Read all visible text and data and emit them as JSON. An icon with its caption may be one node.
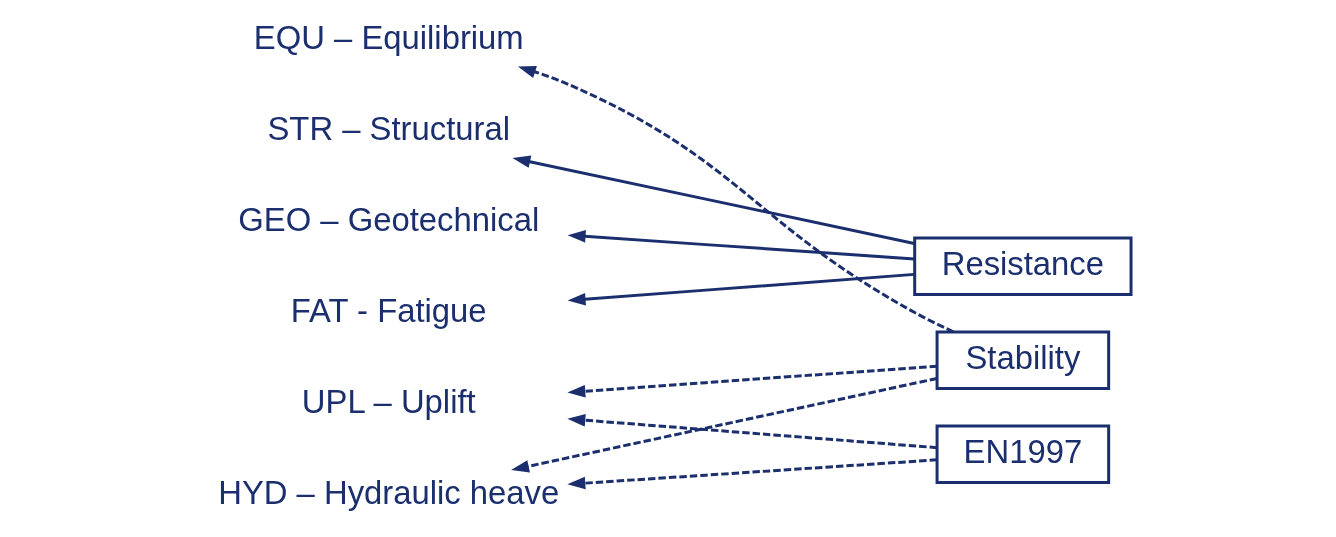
{
  "diagram": {
    "nodes": [
      {
        "text": [
          "EQU – Equilibrium"
        ]
      },
      {
        "text": [
          "STR – Structural"
        ]
      },
      {
        "text": [
          "GEO – Geotechnical"
        ]
      },
      {
        "text": [
          "FAT - Fatigue"
        ]
      },
      {
        "text": [
          "UPL – Uplift"
        ]
      },
      {
        "text": [
          "HYD – Hydraulic heave"
        ]
      },
      {
        "text": [
          "Resistance"
        ]
      },
      {
        "text": [
          "Stability"
        ]
      },
      {
        "text": [
          "EN1997"
        ]
      }
    ],
    "edges": [
      {
        "from": 6,
        "to": 1,
        "arrow": "to"
      },
      {
        "from": 6,
        "to": 2,
        "arrow": "to"
      },
      {
        "from": 6,
        "to": 3,
        "arrow": "to"
      },
      {
        "from": 7,
        "to": 0,
        "arrow": "to",
        "style": "dashed"
      },
      {
        "from": 7,
        "to": 4,
        "arrow": "to",
        "style": "dashed"
      },
      {
        "from": 7,
        "to": 5,
        "arrow": "to",
        "style": "dashed"
      },
      {
        "from": 8,
        "to": 4,
        "arrow": "to",
        "style": "dashed"
      },
      {
        "from": 8,
        "to": 5,
        "arrow": "to",
        "style": "dashed"
      }
    ]
  }
}
